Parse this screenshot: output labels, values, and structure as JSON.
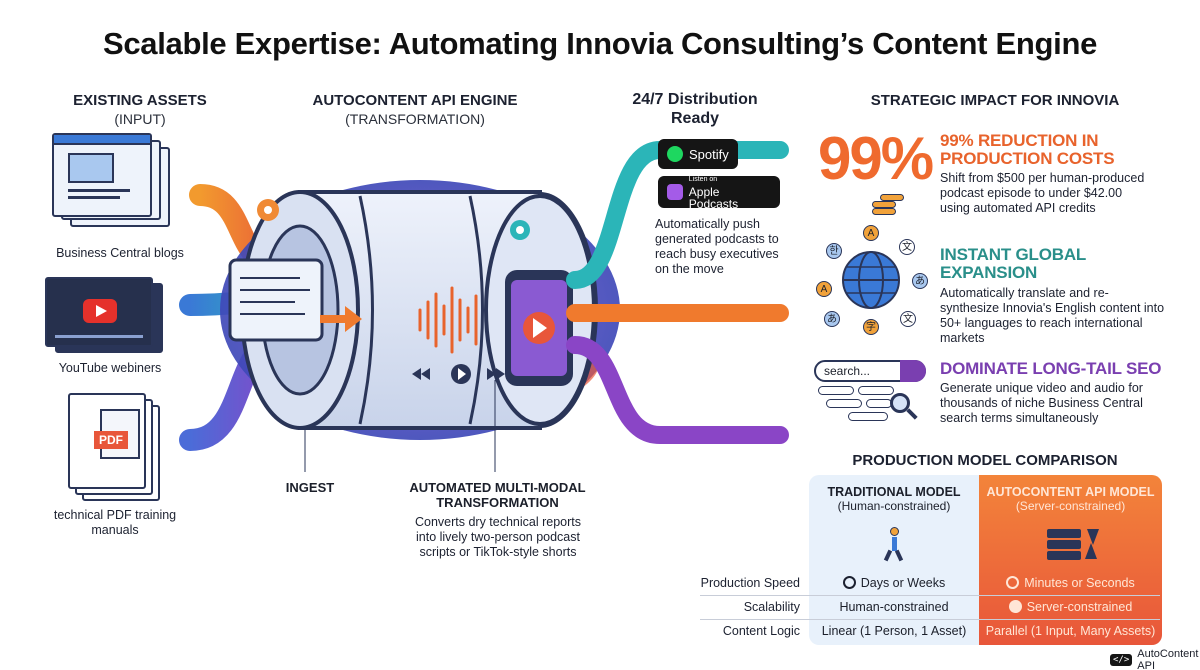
{
  "title": "Scalable Expertise: Automating Innovia Consulting’s Content Engine",
  "columns": {
    "assets": {
      "title": "EXISTING ASSETS",
      "subtitle": "(INPUT)"
    },
    "engine": {
      "title": "AUTOCONTENT API ENGINE",
      "subtitle": "(TRANSFORMATION)"
    },
    "distribution": {
      "title": "24/7 Distribution Ready"
    },
    "impact": {
      "title": "STRATEGIC IMPACT FOR INNOVIA"
    }
  },
  "assets": [
    {
      "label": "Business Central blogs",
      "icon": "blog-page-icon"
    },
    {
      "label": "YouTube webiners",
      "icon": "youtube-icon"
    },
    {
      "label": "technical PDF training manuals",
      "icon": "pdf-icon",
      "badge": "PDF"
    }
  ],
  "engine": {
    "ingest": "INGEST",
    "transform_title": "AUTOMATED MULTI-MODAL TRANSFORMATION",
    "transform_desc": "Converts dry technical reports into lively two-person podcast scripts or TikTok-style shorts"
  },
  "distribution": {
    "spotify": "Spotify",
    "apple_small": "Listen on",
    "apple": "Apple Podcasts",
    "desc": "Automatically push generated podcasts to reach busy executives on the move"
  },
  "impact": [
    {
      "big": "99%",
      "title": "99% REDUCTION IN PRODUCTION COSTS",
      "desc": "Shift from $500 per human-produced podcast episode to under $42.00 using automated API credits",
      "color": "#e8632c",
      "icon": "coin-stack-icon"
    },
    {
      "title": "INSTANT GLOBAL EXPANSION",
      "desc": "Automatically translate and re-synthesize Innovia's English content into 50+ languages to reach international markets",
      "color": "#2a8f8a",
      "icon": "globe-icon"
    },
    {
      "title": "DOMINATE LONG-TAIL SEO",
      "desc": "Generate unique video and audio for thousands of niche Business Central search terms simultaneously",
      "color": "#7a3fb0",
      "icon": "magnifier-icon",
      "search": "search..."
    }
  ],
  "globe_glyphs": [
    "A",
    "文",
    "あ",
    "A",
    "한",
    "文",
    "字",
    "あ"
  ],
  "comparison": {
    "title": "PRODUCTION MODEL COMPARISON",
    "traditional": {
      "name": "TRADITIONAL MODEL",
      "sub": "(Human-constrained)"
    },
    "api": {
      "name": "AUTOCONTENT API MODEL",
      "sub": "(Server-constrained)"
    },
    "rows": [
      {
        "label": "Production Speed",
        "traditional": "Days or Weeks",
        "api": "Minutes or Seconds"
      },
      {
        "label": "Scalability",
        "traditional": "Human-constrained",
        "api": "Server-constrained"
      },
      {
        "label": "Content Logic",
        "traditional": "Linear (1 Person, 1 Asset)",
        "api": "Parallel (1 Input, Many Assets)"
      }
    ]
  },
  "footer": {
    "code": "</>",
    "brand": "AutoContent API"
  },
  "colors": {
    "orange": "#f07a2d",
    "teal": "#2bb5b8",
    "purple": "#7b46c9",
    "blue": "#3a79d6",
    "navy": "#2a3558"
  }
}
